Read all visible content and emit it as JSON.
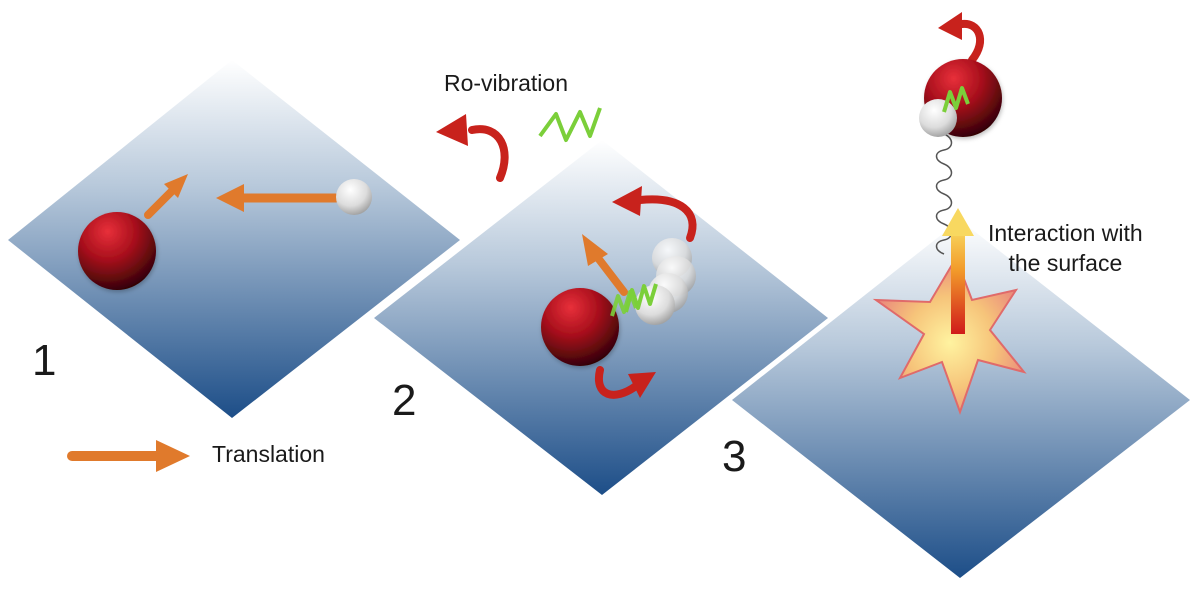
{
  "labels": {
    "step1": "1",
    "step2": "2",
    "step3": "3",
    "translation": "Translation",
    "rovibration": "Ro-vibration",
    "interaction": "Interaction with\nthe surface"
  },
  "colors": {
    "surface_top": "#ffffff",
    "surface_bottom": "#1d4e88",
    "translation_arrow": "#e07a2c",
    "rotation_arrow": "#c8221c",
    "vibration_zigzag": "#7bcf3a",
    "heavy_atom": "#b3101c",
    "light_atom": "#d8d8d8",
    "impact_star": "#f0b070"
  },
  "icons": [
    "translation-arrow-icon",
    "rotation-arrow-icon",
    "vibration-zigzag-icon",
    "impact-star-icon",
    "spring-coil-icon"
  ]
}
